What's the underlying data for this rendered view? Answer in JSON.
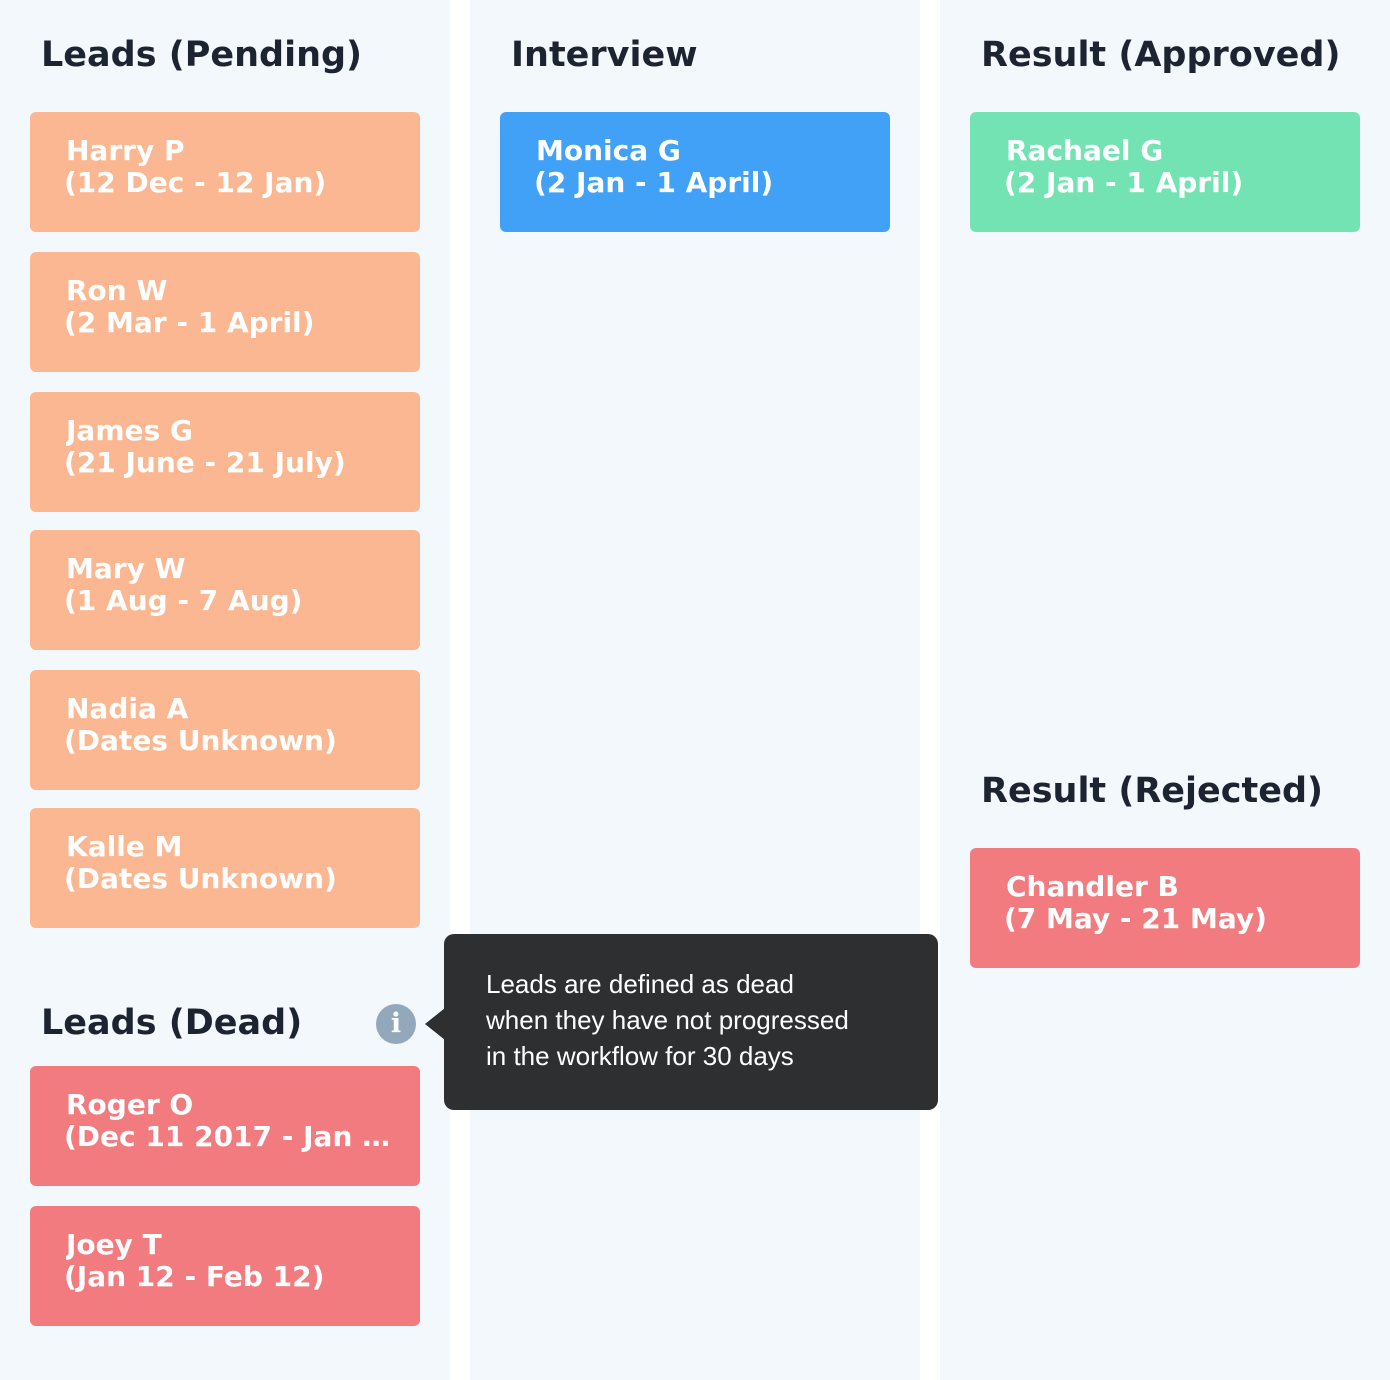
{
  "columns": {
    "leads_pending": {
      "title": "Leads (Pending)",
      "cards": [
        {
          "name": "Harry P",
          "dates": "(12 Dec - 12 Jan)"
        },
        {
          "name": "Ron W",
          "dates": "(2 Mar - 1 April)"
        },
        {
          "name": "James G",
          "dates": "(21 June - 21 July)"
        },
        {
          "name": "Mary W",
          "dates": "(1 Aug - 7 Aug)"
        },
        {
          "name": "Nadia A",
          "dates": "(Dates Unknown)"
        },
        {
          "name": "Kalle M",
          "dates": "(Dates Unknown)"
        }
      ]
    },
    "leads_dead": {
      "title": "Leads (Dead)",
      "cards": [
        {
          "name": "Roger O",
          "dates": "(Dec 11 2017 - Jan 1..."
        },
        {
          "name": "Joey T",
          "dates": "(Jan 12 - Feb 12)"
        }
      ]
    },
    "interview": {
      "title": "Interview",
      "cards": [
        {
          "name": "Monica G",
          "dates": "(2 Jan - 1 April)"
        }
      ]
    },
    "result_approved": {
      "title": "Result (Approved)",
      "cards": [
        {
          "name": "Rachael G",
          "dates": "(2 Jan - 1 April)"
        }
      ]
    },
    "result_rejected": {
      "title": "Result (Rejected)",
      "cards": [
        {
          "name": "Chandler B",
          "dates": "(7 May - 21 May)"
        }
      ]
    }
  },
  "info_icon": {
    "icon": "info-icon",
    "glyph": "i"
  },
  "tooltip": {
    "lines": [
      "Leads are defined as dead",
      "when they have not progressed",
      "in the workflow for 30 days"
    ]
  },
  "colors": {
    "column_bg": "#f3f8fd",
    "pending": "#fbb791",
    "dead": "#f17b7f",
    "interview": "#40a1f7",
    "approved": "#73e3b4",
    "rejected": "#f17b7f",
    "tooltip_bg": "#2e2f31",
    "info_icon": "#93a8ba"
  }
}
